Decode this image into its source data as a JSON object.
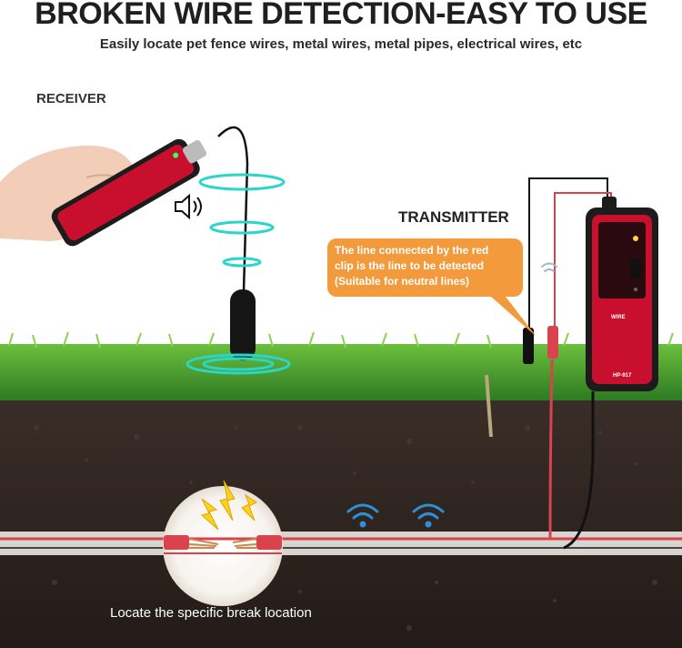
{
  "header": {
    "title": "BROKEN WIRE DETECTION-EASY TO USE",
    "subtitle": "Easily locate pet fence wires, metal wires, metal pipes, electrical wires, etc"
  },
  "labels": {
    "receiver": "RECEIVER",
    "transmitter": "TRANSMITTER"
  },
  "callout": {
    "line1": "The line connected by the red",
    "line2": "clip is the line to be detected",
    "line3": "(Suitable for neutral lines)"
  },
  "break_caption": "Locate the specific break location",
  "transmitter_device": {
    "brand": "WIRE",
    "model": "HP-917"
  },
  "colors": {
    "grass": "#3f8f2a",
    "soil": "#2f2622",
    "device_red": "#c8102e",
    "callout": "#f39a3d",
    "signal_rings": "#2ad6c9",
    "wire_red": "#d9434e",
    "wire_black": "#111111"
  },
  "icons": [
    "speaker-icon",
    "wifi-signal-icon",
    "lightning-icon"
  ]
}
